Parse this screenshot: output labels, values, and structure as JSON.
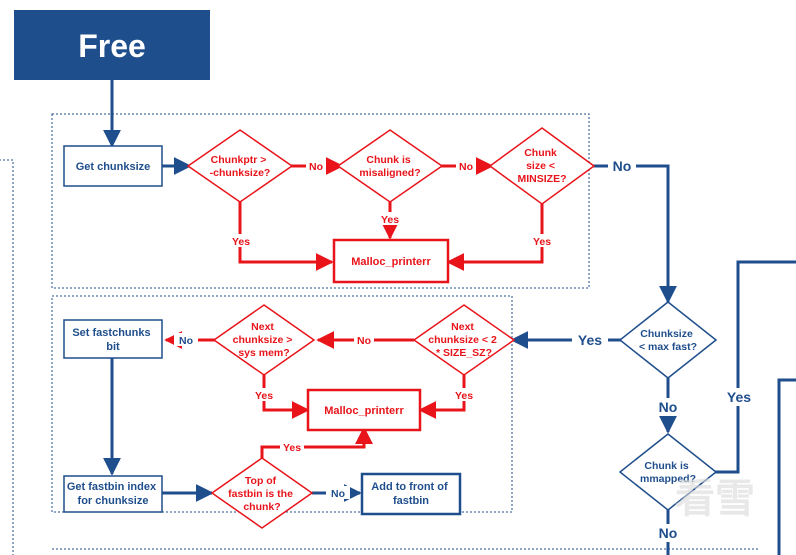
{
  "title": "Free",
  "colors": {
    "blue": "#1f4e8c",
    "red": "#e8141a",
    "title_bg": "#1f4e8c",
    "watermark": "#d9d9d9"
  },
  "nodes": {
    "get_chunksize": "Get chunksize",
    "chunkptr_check": [
      "Chunkptr >",
      "-chunksize?"
    ],
    "misaligned_check": [
      "Chunk is",
      "misaligned?"
    ],
    "minsize_check": [
      "Chunk",
      "size <",
      "MINSIZE?"
    ],
    "malloc_printerr_1": "Malloc_printerr",
    "chunksize_maxfast": [
      "Chunksize",
      "< max fast?"
    ],
    "next_chunksize_min": [
      "Next",
      "chunksize < 2",
      "* SIZE_SZ?"
    ],
    "next_chunksize_sysmem": [
      "Next",
      "chunksize >",
      "sys mem?"
    ],
    "set_fastchunks_bit": [
      "Set fastchunks",
      "bit"
    ],
    "malloc_printerr_2": "Malloc_printerr",
    "get_fastbin_index": [
      "Get fastbin index",
      "for chunksize"
    ],
    "top_of_fastbin": [
      "Top of",
      "fastbin is the",
      "chunk?"
    ],
    "add_to_front": [
      "Add to front of",
      "fastbin"
    ],
    "chunk_mmapped": [
      "Chunk is",
      "mmapped?"
    ]
  },
  "edge_labels": {
    "no": "No",
    "yes": "Yes"
  },
  "watermark": "看雪"
}
